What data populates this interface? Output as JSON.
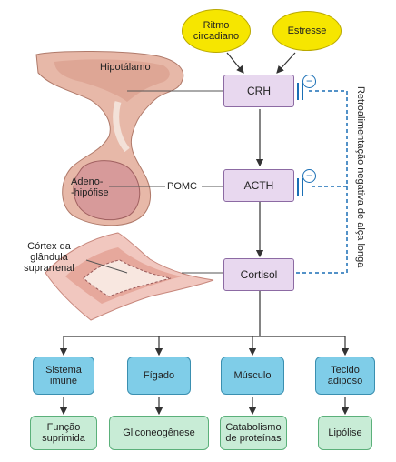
{
  "inputs": {
    "circadian": "Ritmo\ncircadiano",
    "stress": "Estresse"
  },
  "hormones": {
    "crh": "CRH",
    "pomc": "POMC",
    "acth": "ACTH",
    "cortisol": "Cortisol"
  },
  "anatomy": {
    "hypothalamus": "Hipotálamo",
    "adenohypophysis": "Adeno-\n-hipófise",
    "adrenal_cortex": "Córtex da\nglândula\nsuprarrenal"
  },
  "feedback": {
    "label": "Retroalimentação negativa de alça longa",
    "symbol": "−"
  },
  "targets": [
    {
      "tissue": "Sistema\nimune",
      "effect": "Função\nsuprimida"
    },
    {
      "tissue": "Fígado",
      "effect": "Gliconeogênese"
    },
    {
      "tissue": "Músculo",
      "effect": "Catabolismo\nde proteínas"
    },
    {
      "tissue": "Tecido\nadiposo",
      "effect": "Lipólise"
    }
  ],
  "colors": {
    "input_fill": "#f6e600",
    "hormone_fill": "#e8d8ef",
    "tissue_fill": "#7fcde8",
    "effect_fill": "#c8ecd6",
    "feedback_line": "#1a6fb5"
  }
}
